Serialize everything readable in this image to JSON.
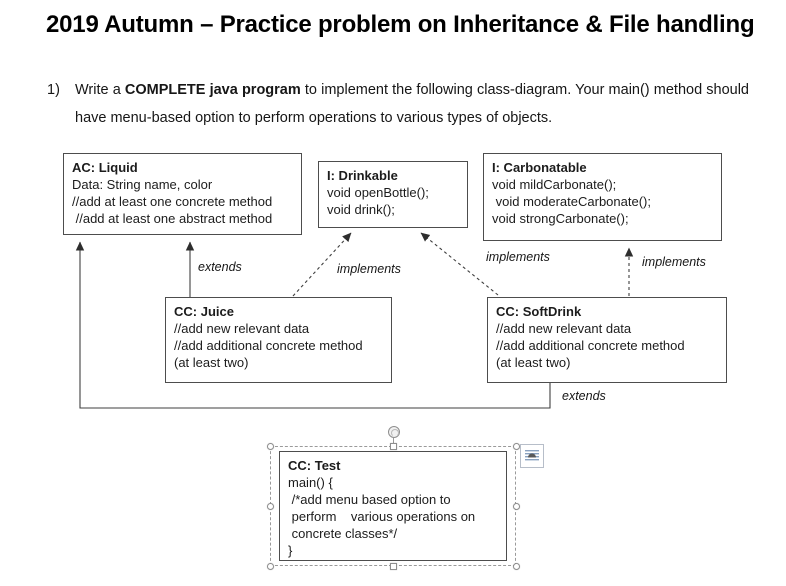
{
  "page": {
    "title": "2019 Autumn – Practice problem on Inheritance & File handling"
  },
  "problem": {
    "number": "1)",
    "text_before": "Write a ",
    "text_bold": "COMPLETE java program",
    "text_after": " to implement the following class-diagram. Your main() method should have menu-based option to perform operations to various types of objects."
  },
  "diagram": {
    "boxes": {
      "liquid": {
        "title": "AC: Liquid",
        "lines": [
          "Data: String name, color",
          "//add at least one concrete method",
          " //add at least one abstract method"
        ]
      },
      "drinkable": {
        "title": "I: Drinkable",
        "lines": [
          "void openBottle();",
          "void drink();"
        ]
      },
      "carbonatable": {
        "title": "I: Carbonatable",
        "lines": [
          "void mildCarbonate();",
          " void moderateCarbonate();",
          "void strongCarbonate();"
        ]
      },
      "juice": {
        "title": "CC: Juice",
        "lines": [
          "//add new relevant data",
          "//add additional concrete method",
          "(at least two)"
        ]
      },
      "softdrink": {
        "title": "CC: SoftDrink",
        "lines": [
          "//add new relevant data",
          "//add additional concrete method",
          "(at least two)"
        ]
      },
      "test": {
        "title": "CC: Test",
        "lines": [
          "main() {",
          " /*add menu based option to",
          " perform    various operations on",
          " concrete classes*/",
          "}"
        ]
      }
    },
    "edge_labels": {
      "extends_juice_liquid": "extends",
      "extends_softdrink_liquid": "extends",
      "implements_juice_drinkable": "implements",
      "implements_softdrink_drinkable": "implements",
      "implements_softdrink_carbonatable": "implements"
    }
  },
  "selection": {
    "rotation_handle_icon": "rotate-handle",
    "layout_options_icon": "layout-options"
  },
  "colors": {
    "box_border": "#4d4d4d",
    "connector": "#3f3f3f",
    "selection_border": "#9a9a9a",
    "layout_icon_lines": "#8aa2c0",
    "layout_icon_shape": "#595959"
  }
}
